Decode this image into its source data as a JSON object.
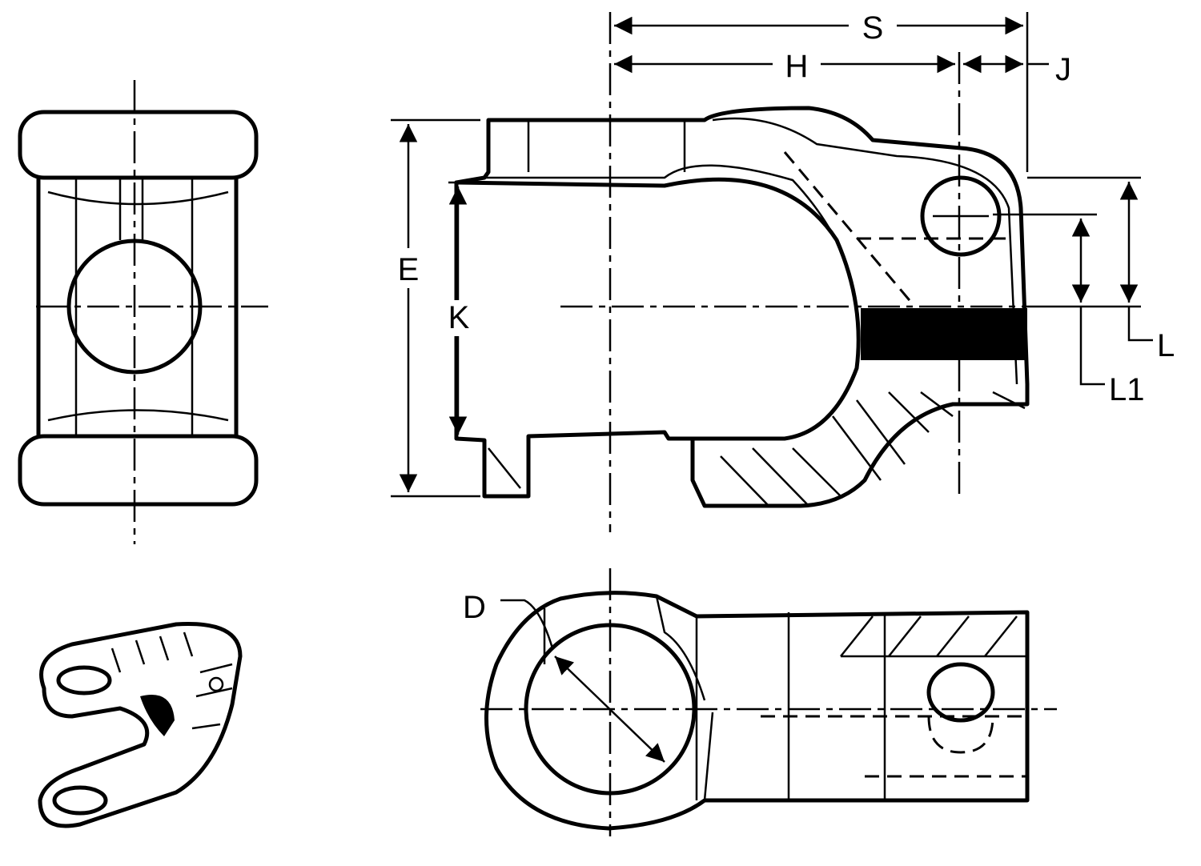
{
  "title": "Yoke technical drawing",
  "labels": {
    "s": "S",
    "h": "H",
    "j": "J",
    "e": "E",
    "k": "K",
    "l": "L",
    "l1": "L1",
    "d": "D"
  }
}
